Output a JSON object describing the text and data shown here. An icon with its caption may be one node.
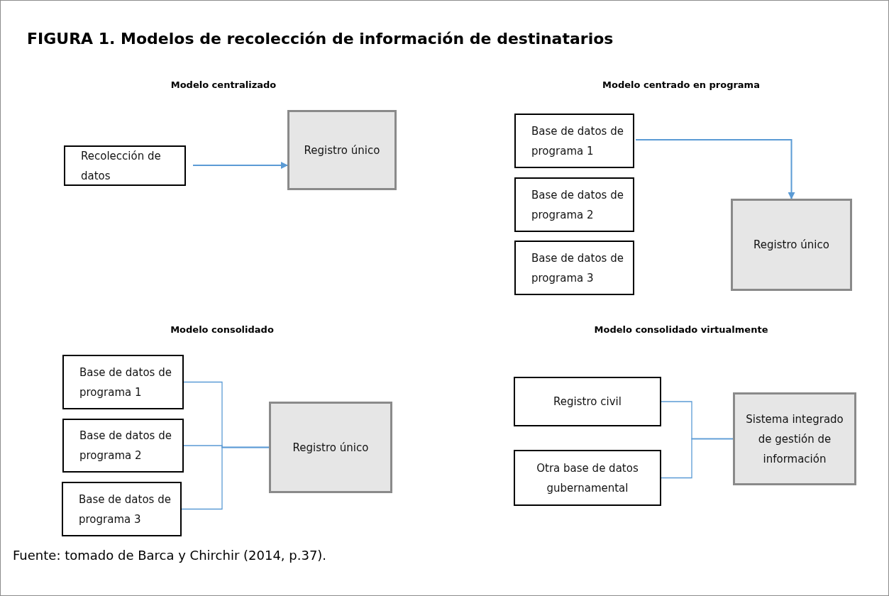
{
  "diagram": {
    "title": "FIGURA 1. Modelos de recolección de información de destinatarios",
    "caption": "Fuente: tomado de Barca y Chirchir (2014, p.37).",
    "nodes": [
      {
        "text": [
          "Recolección de datos"
        ]
      },
      {
        "text": [
          "Registro único"
        ]
      },
      {
        "text": [
          "Base de datos de programa 1"
        ]
      },
      {
        "text": [
          "Base de datos de programa 2"
        ]
      },
      {
        "text": [
          "Base de datos de programa 3"
        ]
      },
      {
        "text": [
          "Registro único"
        ]
      },
      {
        "text": [
          "Base de datos de programa 1"
        ]
      },
      {
        "text": [
          "Base de datos de programa 2"
        ]
      },
      {
        "text": [
          "Base de datos de programa 3"
        ]
      },
      {
        "text": [
          "Registro único"
        ]
      },
      {
        "text": [
          "Registro civil"
        ]
      },
      {
        "text": [
          "Otra base de datos gubernamental"
        ]
      },
      {
        "text": [
          "Sistema integrado de gestión de información"
        ]
      }
    ],
    "edges": [
      {
        "from": 0,
        "to": 1,
        "arrow": "to"
      },
      {
        "from": 2,
        "to": 5,
        "arrow": "to"
      },
      {
        "from": 6,
        "to": 9,
        "arrow": "none"
      },
      {
        "from": 7,
        "to": 9,
        "arrow": "none"
      },
      {
        "from": 8,
        "to": 9,
        "arrow": "none"
      },
      {
        "from": 10,
        "to": 12,
        "arrow": "none"
      },
      {
        "from": 11,
        "to": 12,
        "arrow": "none"
      }
    ],
    "labels": [
      "Modelo centralizado",
      "Modelo centrado en programa",
      "Modelo consolidado",
      "Modelo consolidado virtualmente"
    ]
  }
}
